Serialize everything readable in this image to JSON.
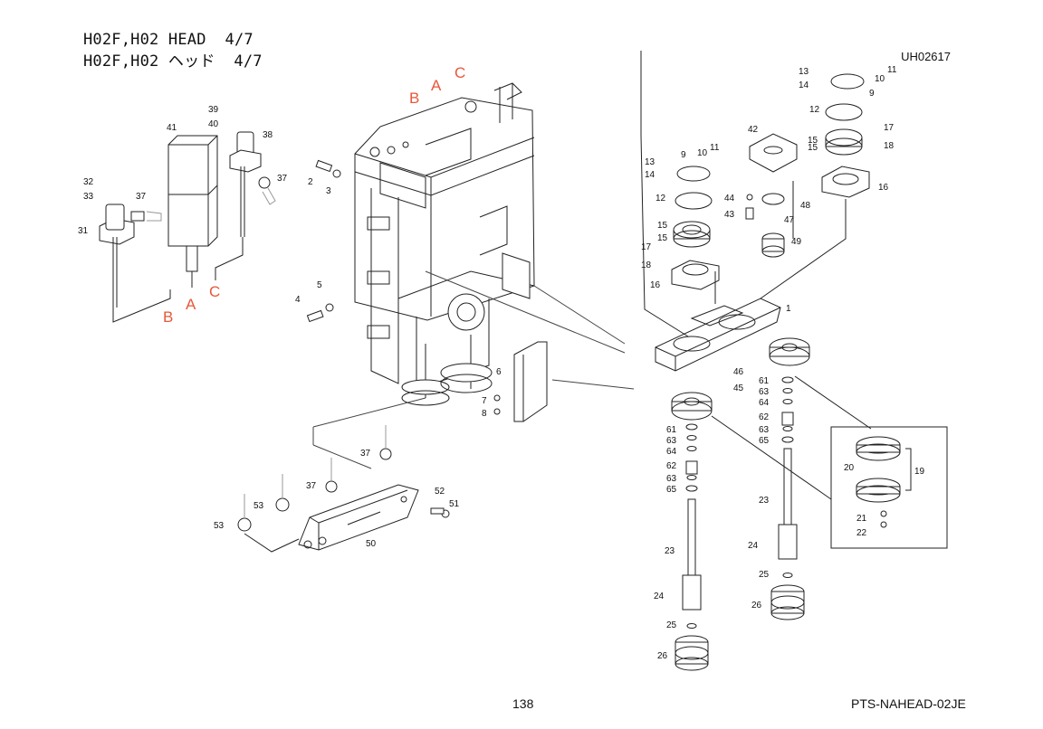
{
  "header": {
    "title_en": "H02F,H02 HEAD  4/7",
    "title_ja": "H02F,H02 ヘッド  4/7",
    "drawing_id": "UH02617"
  },
  "footer": {
    "page_number": "138",
    "catalog_code": "PTS-NAHEAD-02JE"
  },
  "colors": {
    "line": "#222222",
    "callout_red": "#e8573a",
    "text": "#111111"
  },
  "connector_letters": [
    "A",
    "B",
    "C"
  ],
  "part_labels": [
    "1",
    "2",
    "3",
    "4",
    "5",
    "6",
    "7",
    "8",
    "9",
    "10",
    "11",
    "12",
    "13",
    "14",
    "15",
    "16",
    "17",
    "18",
    "19",
    "20",
    "21",
    "22",
    "23",
    "24",
    "25",
    "26",
    "31",
    "32",
    "33",
    "37",
    "38",
    "39",
    "40",
    "41",
    "42",
    "43",
    "44",
    "45",
    "46",
    "47",
    "48",
    "49",
    "50",
    "51",
    "52",
    "53",
    "61",
    "62",
    "63",
    "64",
    "65"
  ]
}
